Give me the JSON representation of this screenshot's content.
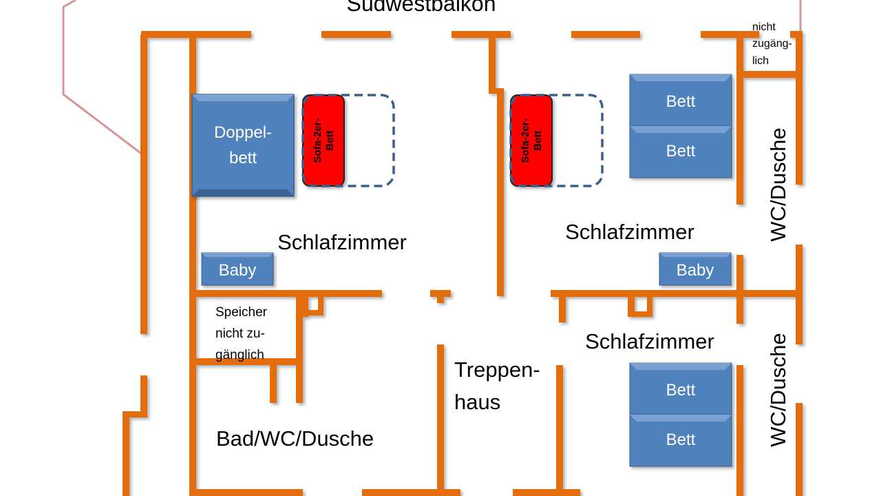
{
  "colors": {
    "wall": "#E36C0A",
    "furniture": "#4F81BD",
    "sofa": "#FF0000",
    "outline_pink": "#D99594",
    "dashed": "#3A5F8A"
  },
  "labels": {
    "balcony": "Südwestbalkon",
    "not_accessible_top": [
      "nicht",
      "zugäng-",
      "lich"
    ],
    "bedroom_left": "Schlafzimmer",
    "bedroom_right_top": "Schlafzimmer",
    "bedroom_right_bottom": "Schlafzimmer",
    "wc_top": "WC/Dusche",
    "wc_bottom": "WC/Dusche",
    "storage": [
      "Speicher",
      "nicht zu-",
      "gänglich"
    ],
    "stairwell": [
      "Treppen-",
      "haus"
    ],
    "bathroom": "Bad/WC/Dusche"
  },
  "furniture": {
    "double_bed": [
      "Doppel-",
      "bett"
    ],
    "sofa_bed": [
      "Sofa-2er-",
      "Bett"
    ],
    "bed": "Bett",
    "baby": "Baby"
  }
}
